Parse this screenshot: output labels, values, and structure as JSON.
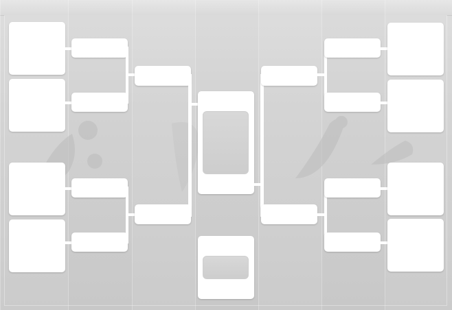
{
  "bracket": {
    "rounds": [
      "round-of-16",
      "quarterfinal",
      "semifinal",
      "final",
      "third-place"
    ],
    "colors": {
      "background": "#d0d0d0",
      "slot": "#ffffff",
      "inner": "#d3d3d3"
    },
    "decorations": [
      "soccer-player-silhouette",
      "soccer-ball-silhouette"
    ]
  }
}
